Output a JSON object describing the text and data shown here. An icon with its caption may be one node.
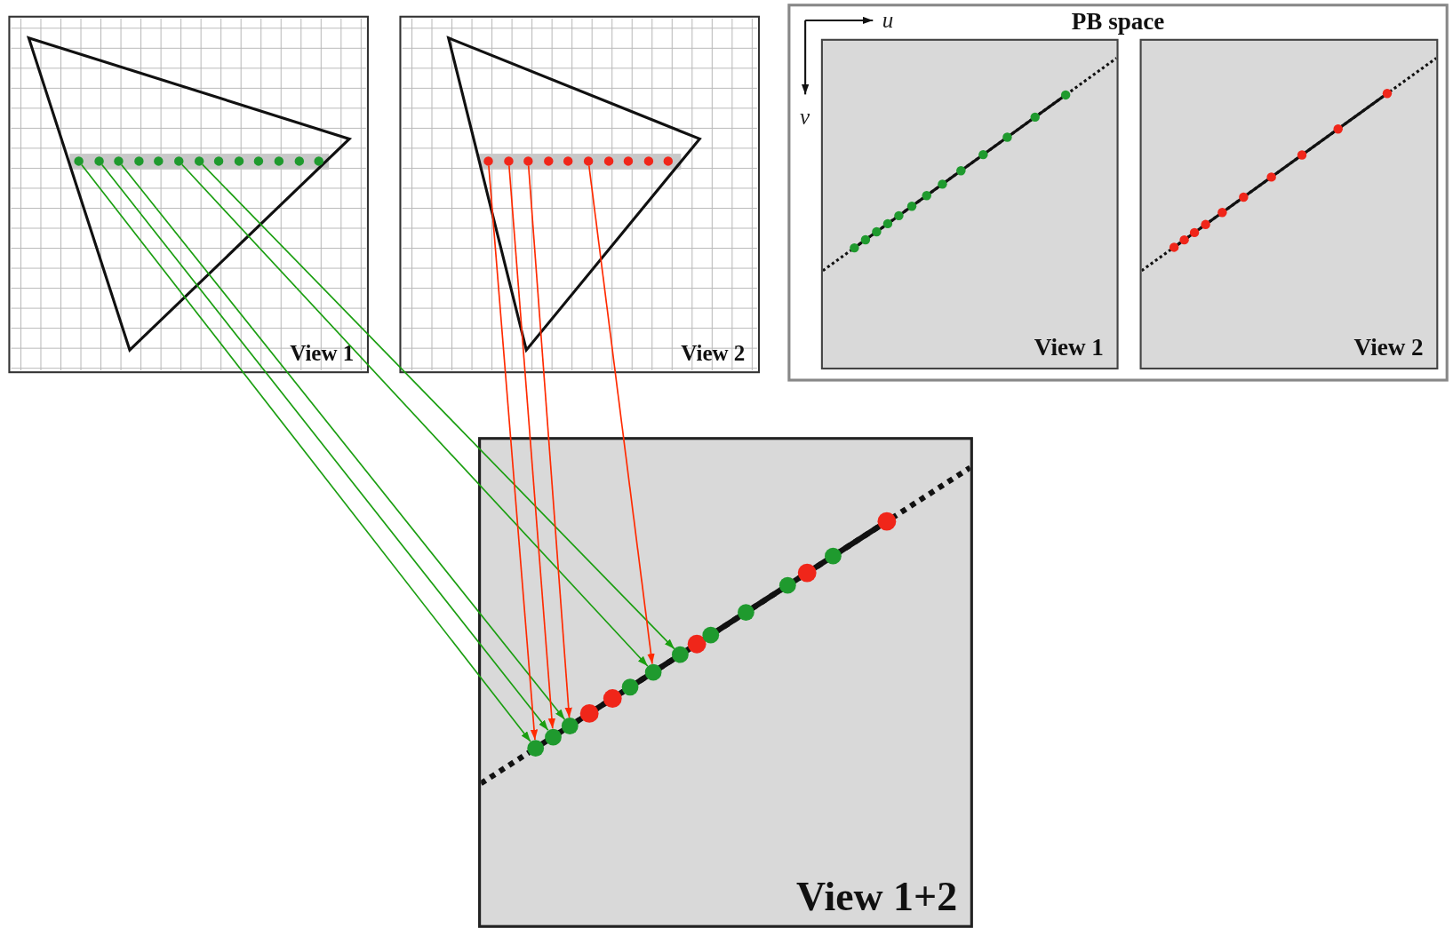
{
  "diagram": {
    "nodes": [
      {
        "text": [
          "View 1"
        ]
      },
      {
        "text": [
          "View 2"
        ]
      },
      {
        "text": [
          "PB space"
        ]
      },
      {
        "text": [
          "View 1"
        ],
        "in": 2
      },
      {
        "text": [
          "View 2"
        ],
        "in": 2
      },
      {
        "text": [
          "View 1+2"
        ]
      },
      {
        "text": [],
        "shape": "circle",
        "in": 0
      },
      {
        "text": [],
        "shape": "circle",
        "in": 0
      },
      {
        "text": [],
        "shape": "circle",
        "in": 0
      },
      {
        "text": [],
        "shape": "circle",
        "in": 0
      },
      {
        "text": [],
        "shape": "circle",
        "in": 0
      },
      {
        "text": [],
        "shape": "circle",
        "in": 1
      },
      {
        "text": [],
        "shape": "circle",
        "in": 1
      },
      {
        "text": [],
        "shape": "circle",
        "in": 1
      },
      {
        "text": [],
        "shape": "circle",
        "in": 1
      },
      {
        "text": [],
        "shape": "circle",
        "in": 5
      },
      {
        "text": [],
        "shape": "circle",
        "in": 5
      },
      {
        "text": [],
        "shape": "circle",
        "in": 5
      },
      {
        "text": [],
        "shape": "circle",
        "in": 5
      },
      {
        "text": [],
        "shape": "circle",
        "in": 5
      }
    ],
    "edges": [
      {
        "from": 6,
        "to": 15,
        "arrow": "to"
      },
      {
        "from": 7,
        "to": 16,
        "arrow": "to"
      },
      {
        "from": 8,
        "to": 17,
        "arrow": "to"
      },
      {
        "from": 9,
        "to": 18,
        "arrow": "to"
      },
      {
        "from": 10,
        "to": 19,
        "arrow": "to"
      },
      {
        "from": 11,
        "to": 15,
        "arrow": "to",
        "color": "#ff2a00"
      },
      {
        "from": 12,
        "to": 16,
        "arrow": "to",
        "color": "#ff2a00"
      },
      {
        "from": 13,
        "to": 17,
        "arrow": "to",
        "color": "#ff2a00"
      },
      {
        "from": 14,
        "to": 18,
        "arrow": "to",
        "color": "#ff2a00"
      }
    ],
    "labels": [
      "u",
      "v"
    ]
  }
}
